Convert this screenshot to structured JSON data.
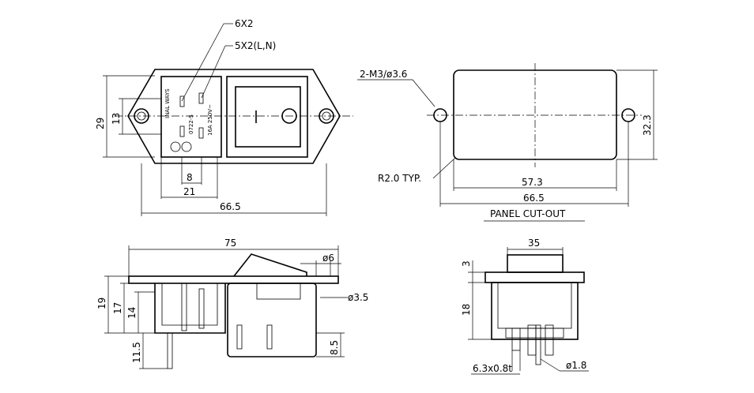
{
  "top_left": {
    "callouts": {
      "terminal_a": "6X2",
      "terminal_b": "5X2(L,N)"
    },
    "dims": {
      "height": "29",
      "inner_height": "13",
      "terminal_pitch": "8",
      "terminal_span": "21",
      "overall_width": "66.5"
    },
    "label_text": [
      "INAL WAYS",
      "0722-S",
      "16A 250V~"
    ]
  },
  "top_right": {
    "callouts": {
      "holes": "2-M3/ø3.6",
      "radius": "R2.0 TYP."
    },
    "dims": {
      "inner_width": "57.3",
      "overall_width": "66.5",
      "height": "32.3"
    },
    "caption": "PANEL CUT-OUT"
  },
  "bottom_left": {
    "dims": {
      "overall_length": "75",
      "flange": "ø6",
      "hole": "ø3.5",
      "h19": "19",
      "h17": "17",
      "h14": "14",
      "h11_5": "11.5",
      "h8_5": "8.5"
    }
  },
  "bottom_right": {
    "dims": {
      "width": "35",
      "top": "3",
      "body": "18",
      "terminal": "6.3x0.8t",
      "pin": "ø1.8"
    }
  }
}
